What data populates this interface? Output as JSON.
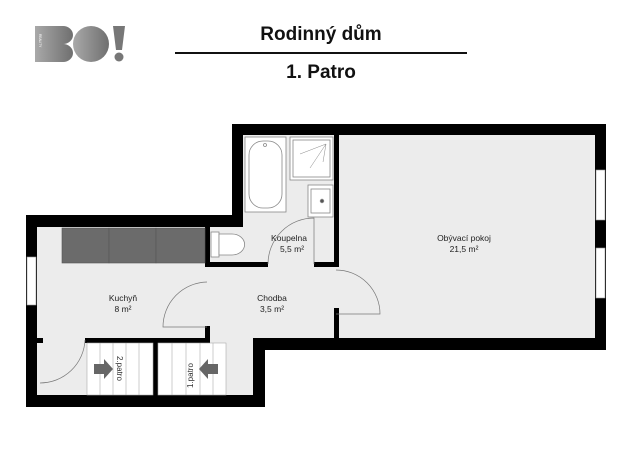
{
  "header": {
    "title": "Rodinný dům",
    "subtitle": "1. Patro"
  },
  "logo": {
    "text": "BO!",
    "tagline": "REALITY & FINANCE",
    "color": "#8a8a8a"
  },
  "rooms": [
    {
      "name": "Koupelna",
      "area": "5,5 m²"
    },
    {
      "name": "Obývací pokoj",
      "area": "21,5 m²"
    },
    {
      "name": "Kuchyň",
      "area": "8 m²"
    },
    {
      "name": "Chodba",
      "area": "3,5 m²"
    }
  ],
  "stairs": [
    {
      "label": "2.patro"
    },
    {
      "label": "1.patro"
    }
  ],
  "colors": {
    "wall": "#000000",
    "floor": "#ececec",
    "counter": "#6b6b6b"
  }
}
